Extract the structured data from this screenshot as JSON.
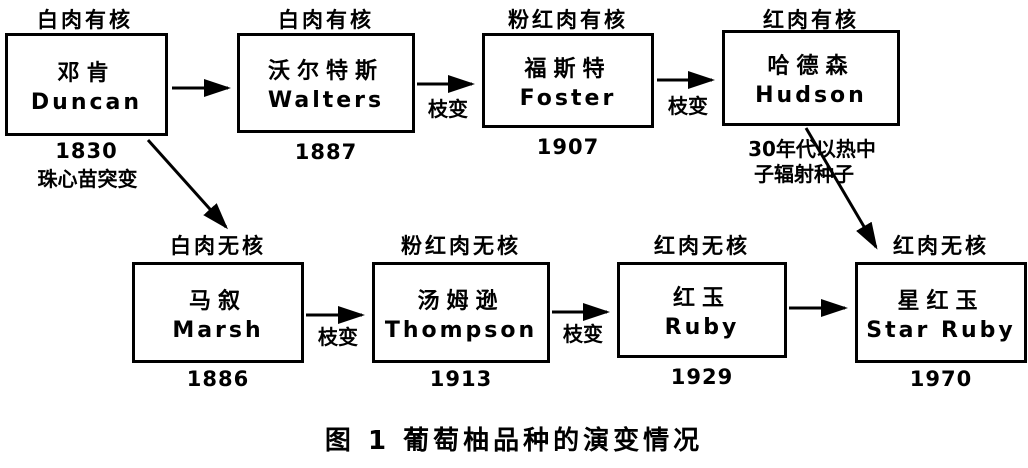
{
  "figure": {
    "caption": "图 1  葡萄柚品种的演变情况"
  },
  "nodes": {
    "duncan": {
      "type_label": "白肉有核",
      "name_cn": "邓肯",
      "name_en": "Duncan",
      "year": "1830",
      "note": "珠心苗突变"
    },
    "walters": {
      "type_label": "白肉有核",
      "name_cn": "沃尔特斯",
      "name_en": "Walters",
      "year": "1887"
    },
    "foster": {
      "type_label": "粉红肉有核",
      "name_cn": "福斯特",
      "name_en": "Foster",
      "year": "1907"
    },
    "hudson": {
      "type_label": "红肉有核",
      "name_cn": "哈德森",
      "name_en": "Hudson",
      "note_line1": "30年代以热中",
      "note_line2": "子辐射种子"
    },
    "marsh": {
      "type_label": "白肉无核",
      "name_cn": "马叙",
      "name_en": "Marsh",
      "year": "1886"
    },
    "thompson": {
      "type_label": "粉红肉无核",
      "name_cn": "汤姆逊",
      "name_en": "Thompson",
      "year": "1913"
    },
    "ruby": {
      "type_label": "红肉无核",
      "name_cn": "红玉",
      "name_en": "Ruby",
      "year": "1929"
    },
    "star_ruby": {
      "type_label": "红肉无核",
      "name_cn": "星红玉",
      "name_en": "Star Ruby",
      "year": "1970"
    }
  },
  "edge_labels": {
    "branch_mutation": "枝变"
  },
  "colors": {
    "ink": "#000000",
    "background": "#ffffff"
  }
}
